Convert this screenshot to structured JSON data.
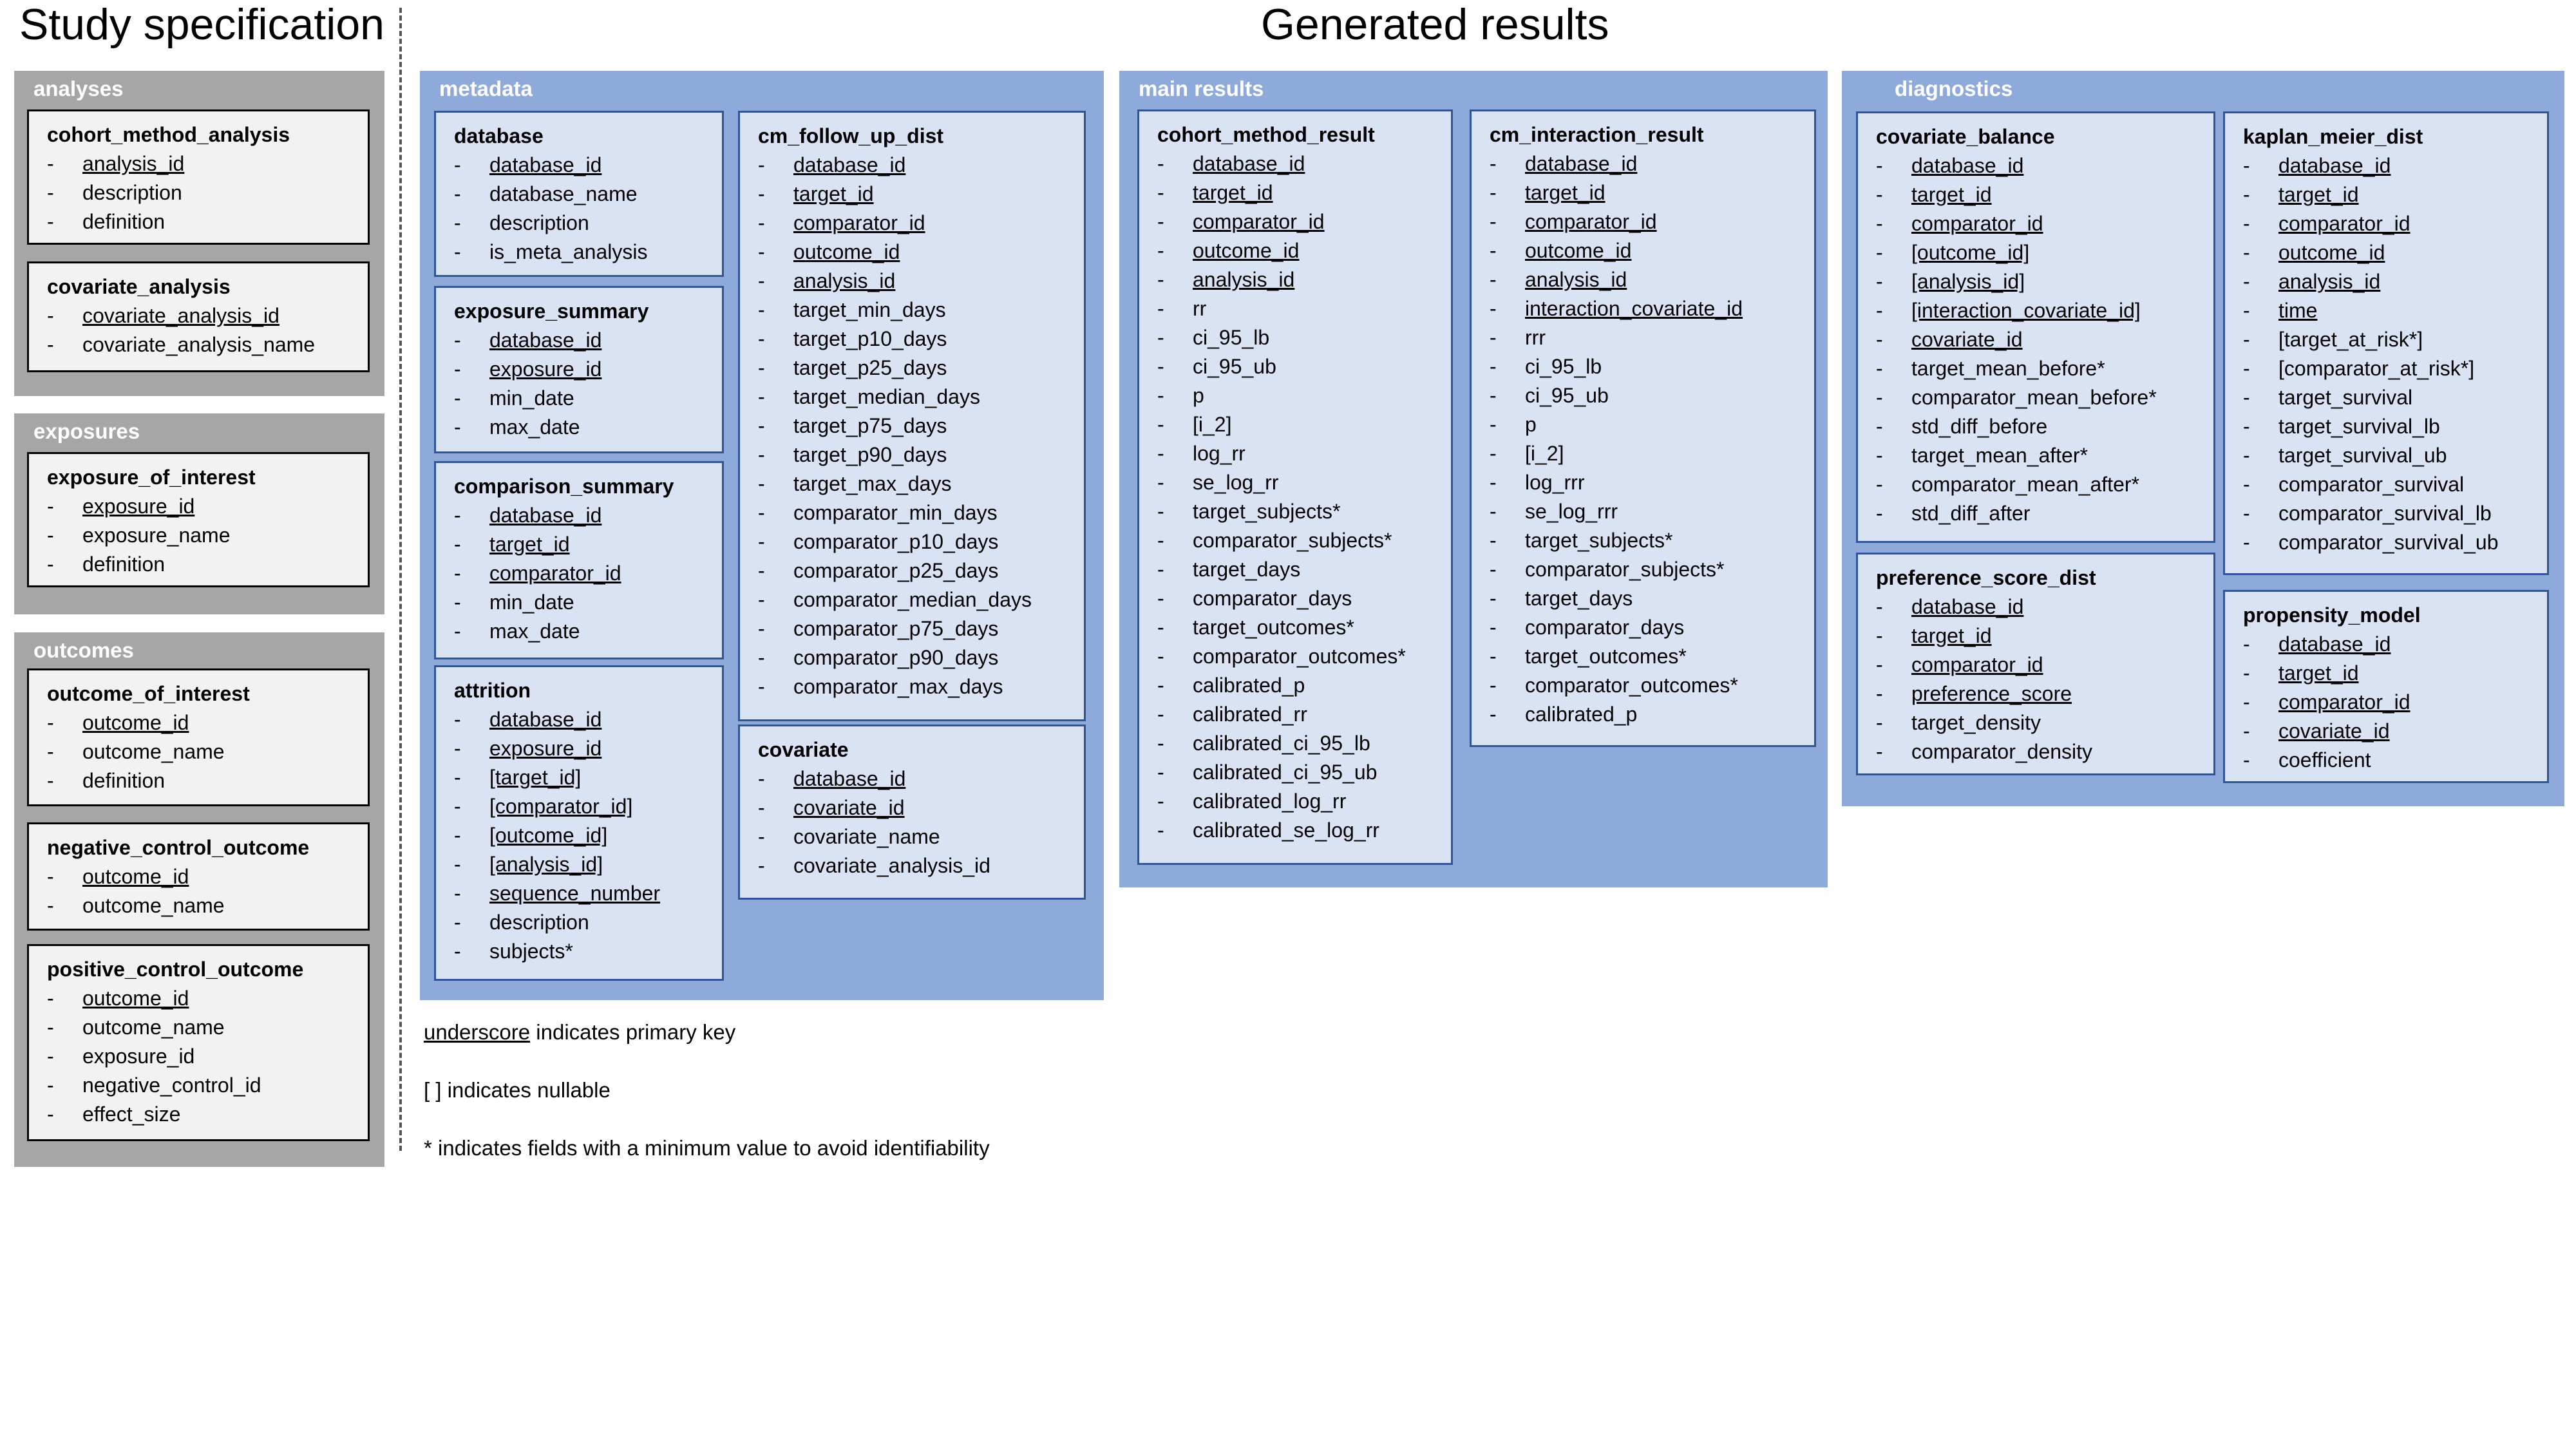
{
  "titles": {
    "spec": "Study specification",
    "results": "Generated results"
  },
  "groups": {
    "analyses": {
      "label": "analyses",
      "tables": [
        {
          "name": "cohort_method_analysis",
          "fields": [
            {
              "name": "analysis_id",
              "pk": true
            },
            {
              "name": "description",
              "pk": false
            },
            {
              "name": "definition",
              "pk": false
            }
          ]
        },
        {
          "name": "covariate_analysis",
          "fields": [
            {
              "name": "covariate_analysis_id",
              "pk": true
            },
            {
              "name": "covariate_analysis_name",
              "pk": false
            }
          ]
        }
      ]
    },
    "exposures": {
      "label": "exposures",
      "tables": [
        {
          "name": "exposure_of_interest",
          "fields": [
            {
              "name": "exposure_id",
              "pk": true
            },
            {
              "name": "exposure_name",
              "pk": false
            },
            {
              "name": "definition",
              "pk": false
            }
          ]
        }
      ]
    },
    "outcomes": {
      "label": "outcomes",
      "tables": [
        {
          "name": "outcome_of_interest",
          "fields": [
            {
              "name": "outcome_id",
              "pk": true
            },
            {
              "name": "outcome_name",
              "pk": false
            },
            {
              "name": "definition",
              "pk": false
            }
          ]
        },
        {
          "name": "negative_control_outcome",
          "fields": [
            {
              "name": "outcome_id",
              "pk": true
            },
            {
              "name": "outcome_name",
              "pk": false
            }
          ]
        },
        {
          "name": "positive_control_outcome",
          "fields": [
            {
              "name": "outcome_id",
              "pk": true
            },
            {
              "name": "outcome_name",
              "pk": false
            },
            {
              "name": "exposure_id",
              "pk": false
            },
            {
              "name": "negative_control_id",
              "pk": false
            },
            {
              "name": "effect_size",
              "pk": false
            }
          ]
        }
      ]
    },
    "metadata": {
      "label": "metadata",
      "tables": [
        {
          "name": "database",
          "fields": [
            {
              "name": "database_id",
              "pk": true
            },
            {
              "name": "database_name",
              "pk": false
            },
            {
              "name": "description",
              "pk": false
            },
            {
              "name": "is_meta_analysis",
              "pk": false
            }
          ]
        },
        {
          "name": "exposure_summary",
          "fields": [
            {
              "name": "database_id",
              "pk": true
            },
            {
              "name": "exposure_id",
              "pk": true
            },
            {
              "name": "min_date",
              "pk": false
            },
            {
              "name": "max_date",
              "pk": false
            }
          ]
        },
        {
          "name": "comparison_summary",
          "fields": [
            {
              "name": "database_id",
              "pk": true
            },
            {
              "name": "target_id",
              "pk": true
            },
            {
              "name": "comparator_id",
              "pk": true
            },
            {
              "name": "min_date",
              "pk": false
            },
            {
              "name": "max_date",
              "pk": false
            }
          ]
        },
        {
          "name": "attrition",
          "fields": [
            {
              "name": "database_id",
              "pk": true
            },
            {
              "name": "exposure_id",
              "pk": true
            },
            {
              "name": "[target_id]",
              "pk": true
            },
            {
              "name": "[comparator_id]",
              "pk": true
            },
            {
              "name": "[outcome_id]",
              "pk": true
            },
            {
              "name": "[analysis_id]",
              "pk": true
            },
            {
              "name": "sequence_number",
              "pk": true
            },
            {
              "name": "description",
              "pk": false
            },
            {
              "name": "subjects*",
              "pk": false
            }
          ]
        },
        {
          "name": "cm_follow_up_dist",
          "fields": [
            {
              "name": "database_id",
              "pk": true
            },
            {
              "name": "target_id",
              "pk": true
            },
            {
              "name": "comparator_id",
              "pk": true
            },
            {
              "name": "outcome_id",
              "pk": true
            },
            {
              "name": "analysis_id",
              "pk": true
            },
            {
              "name": "target_min_days",
              "pk": false
            },
            {
              "name": "target_p10_days",
              "pk": false
            },
            {
              "name": "target_p25_days",
              "pk": false
            },
            {
              "name": "target_median_days",
              "pk": false
            },
            {
              "name": "target_p75_days",
              "pk": false
            },
            {
              "name": "target_p90_days",
              "pk": false
            },
            {
              "name": "target_max_days",
              "pk": false
            },
            {
              "name": "comparator_min_days",
              "pk": false
            },
            {
              "name": "comparator_p10_days",
              "pk": false
            },
            {
              "name": "comparator_p25_days",
              "pk": false
            },
            {
              "name": "comparator_median_days",
              "pk": false
            },
            {
              "name": "comparator_p75_days",
              "pk": false
            },
            {
              "name": "comparator_p90_days",
              "pk": false
            },
            {
              "name": "comparator_max_days",
              "pk": false
            }
          ]
        },
        {
          "name": "covariate",
          "fields": [
            {
              "name": "database_id",
              "pk": true
            },
            {
              "name": "covariate_id",
              "pk": true
            },
            {
              "name": "covariate_name",
              "pk": false
            },
            {
              "name": "covariate_analysis_id",
              "pk": false
            }
          ]
        }
      ]
    },
    "main_results": {
      "label": "main results",
      "tables": [
        {
          "name": "cohort_method_result",
          "fields": [
            {
              "name": "database_id",
              "pk": true
            },
            {
              "name": "target_id",
              "pk": true
            },
            {
              "name": "comparator_id",
              "pk": true
            },
            {
              "name": "outcome_id",
              "pk": true
            },
            {
              "name": "analysis_id",
              "pk": true
            },
            {
              "name": "rr",
              "pk": false
            },
            {
              "name": "ci_95_lb",
              "pk": false
            },
            {
              "name": "ci_95_ub",
              "pk": false
            },
            {
              "name": "p",
              "pk": false
            },
            {
              "name": "[i_2]",
              "pk": false
            },
            {
              "name": "log_rr",
              "pk": false
            },
            {
              "name": "se_log_rr",
              "pk": false
            },
            {
              "name": "target_subjects*",
              "pk": false
            },
            {
              "name": "comparator_subjects*",
              "pk": false
            },
            {
              "name": "target_days",
              "pk": false
            },
            {
              "name": "comparator_days",
              "pk": false
            },
            {
              "name": "target_outcomes*",
              "pk": false
            },
            {
              "name": "comparator_outcomes*",
              "pk": false
            },
            {
              "name": "calibrated_p",
              "pk": false
            },
            {
              "name": "calibrated_rr",
              "pk": false
            },
            {
              "name": "calibrated_ci_95_lb",
              "pk": false
            },
            {
              "name": "calibrated_ci_95_ub",
              "pk": false
            },
            {
              "name": "calibrated_log_rr",
              "pk": false
            },
            {
              "name": "calibrated_se_log_rr",
              "pk": false
            }
          ]
        },
        {
          "name": "cm_interaction_result",
          "fields": [
            {
              "name": "database_id",
              "pk": true
            },
            {
              "name": "target_id",
              "pk": true
            },
            {
              "name": "comparator_id",
              "pk": true
            },
            {
              "name": "outcome_id",
              "pk": true
            },
            {
              "name": "analysis_id",
              "pk": true
            },
            {
              "name": "interaction_covariate_id",
              "pk": true
            },
            {
              "name": "rrr",
              "pk": false
            },
            {
              "name": "ci_95_lb",
              "pk": false
            },
            {
              "name": "ci_95_ub",
              "pk": false
            },
            {
              "name": "p",
              "pk": false
            },
            {
              "name": "[i_2]",
              "pk": false
            },
            {
              "name": "log_rrr",
              "pk": false
            },
            {
              "name": "se_log_rrr",
              "pk": false
            },
            {
              "name": "target_subjects*",
              "pk": false
            },
            {
              "name": "comparator_subjects*",
              "pk": false
            },
            {
              "name": "target_days",
              "pk": false
            },
            {
              "name": "comparator_days",
              "pk": false
            },
            {
              "name": "target_outcomes*",
              "pk": false
            },
            {
              "name": "comparator_outcomes*",
              "pk": false
            },
            {
              "name": "calibrated_p",
              "pk": false
            }
          ]
        }
      ]
    },
    "diagnostics": {
      "label": "diagnostics",
      "tables": [
        {
          "name": "covariate_balance",
          "fields": [
            {
              "name": "database_id",
              "pk": true
            },
            {
              "name": "target_id",
              "pk": true
            },
            {
              "name": "comparator_id",
              "pk": true
            },
            {
              "name": "[outcome_id]",
              "pk": true
            },
            {
              "name": "[analysis_id]",
              "pk": true
            },
            {
              "name": "[interaction_covariate_id]",
              "pk": true
            },
            {
              "name": "covariate_id",
              "pk": true
            },
            {
              "name": "target_mean_before*",
              "pk": false
            },
            {
              "name": "comparator_mean_before*",
              "pk": false
            },
            {
              "name": "std_diff_before",
              "pk": false
            },
            {
              "name": "target_mean_after*",
              "pk": false
            },
            {
              "name": "comparator_mean_after*",
              "pk": false
            },
            {
              "name": "std_diff_after",
              "pk": false
            }
          ]
        },
        {
          "name": "preference_score_dist",
          "fields": [
            {
              "name": "database_id",
              "pk": true
            },
            {
              "name": "target_id",
              "pk": true
            },
            {
              "name": "comparator_id",
              "pk": true
            },
            {
              "name": "preference_score",
              "pk": true
            },
            {
              "name": "target_density",
              "pk": false
            },
            {
              "name": "comparator_density",
              "pk": false
            }
          ]
        },
        {
          "name": "kaplan_meier_dist",
          "fields": [
            {
              "name": "database_id",
              "pk": true
            },
            {
              "name": "target_id",
              "pk": true
            },
            {
              "name": "comparator_id",
              "pk": true
            },
            {
              "name": "outcome_id",
              "pk": true
            },
            {
              "name": "analysis_id",
              "pk": true
            },
            {
              "name": "time",
              "pk": true
            },
            {
              "name": "[target_at_risk*]",
              "pk": false
            },
            {
              "name": "[comparator_at_risk*]",
              "pk": false
            },
            {
              "name": "target_survival",
              "pk": false
            },
            {
              "name": "target_survival_lb",
              "pk": false
            },
            {
              "name": "target_survival_ub",
              "pk": false
            },
            {
              "name": "comparator_survival",
              "pk": false
            },
            {
              "name": "comparator_survival_lb",
              "pk": false
            },
            {
              "name": "comparator_survival_ub",
              "pk": false
            }
          ]
        },
        {
          "name": "propensity_model",
          "fields": [
            {
              "name": "database_id",
              "pk": true
            },
            {
              "name": "target_id",
              "pk": true
            },
            {
              "name": "comparator_id",
              "pk": true
            },
            {
              "name": "covariate_id",
              "pk": true
            },
            {
              "name": "coefficient",
              "pk": false
            }
          ]
        }
      ]
    }
  },
  "legend": {
    "pk_word": "underscore",
    "pk_rest": " indicates primary key",
    "nullable": "[ ] indicates nullable",
    "min_value": "* indicates fields with a minimum value to avoid identifiability"
  }
}
